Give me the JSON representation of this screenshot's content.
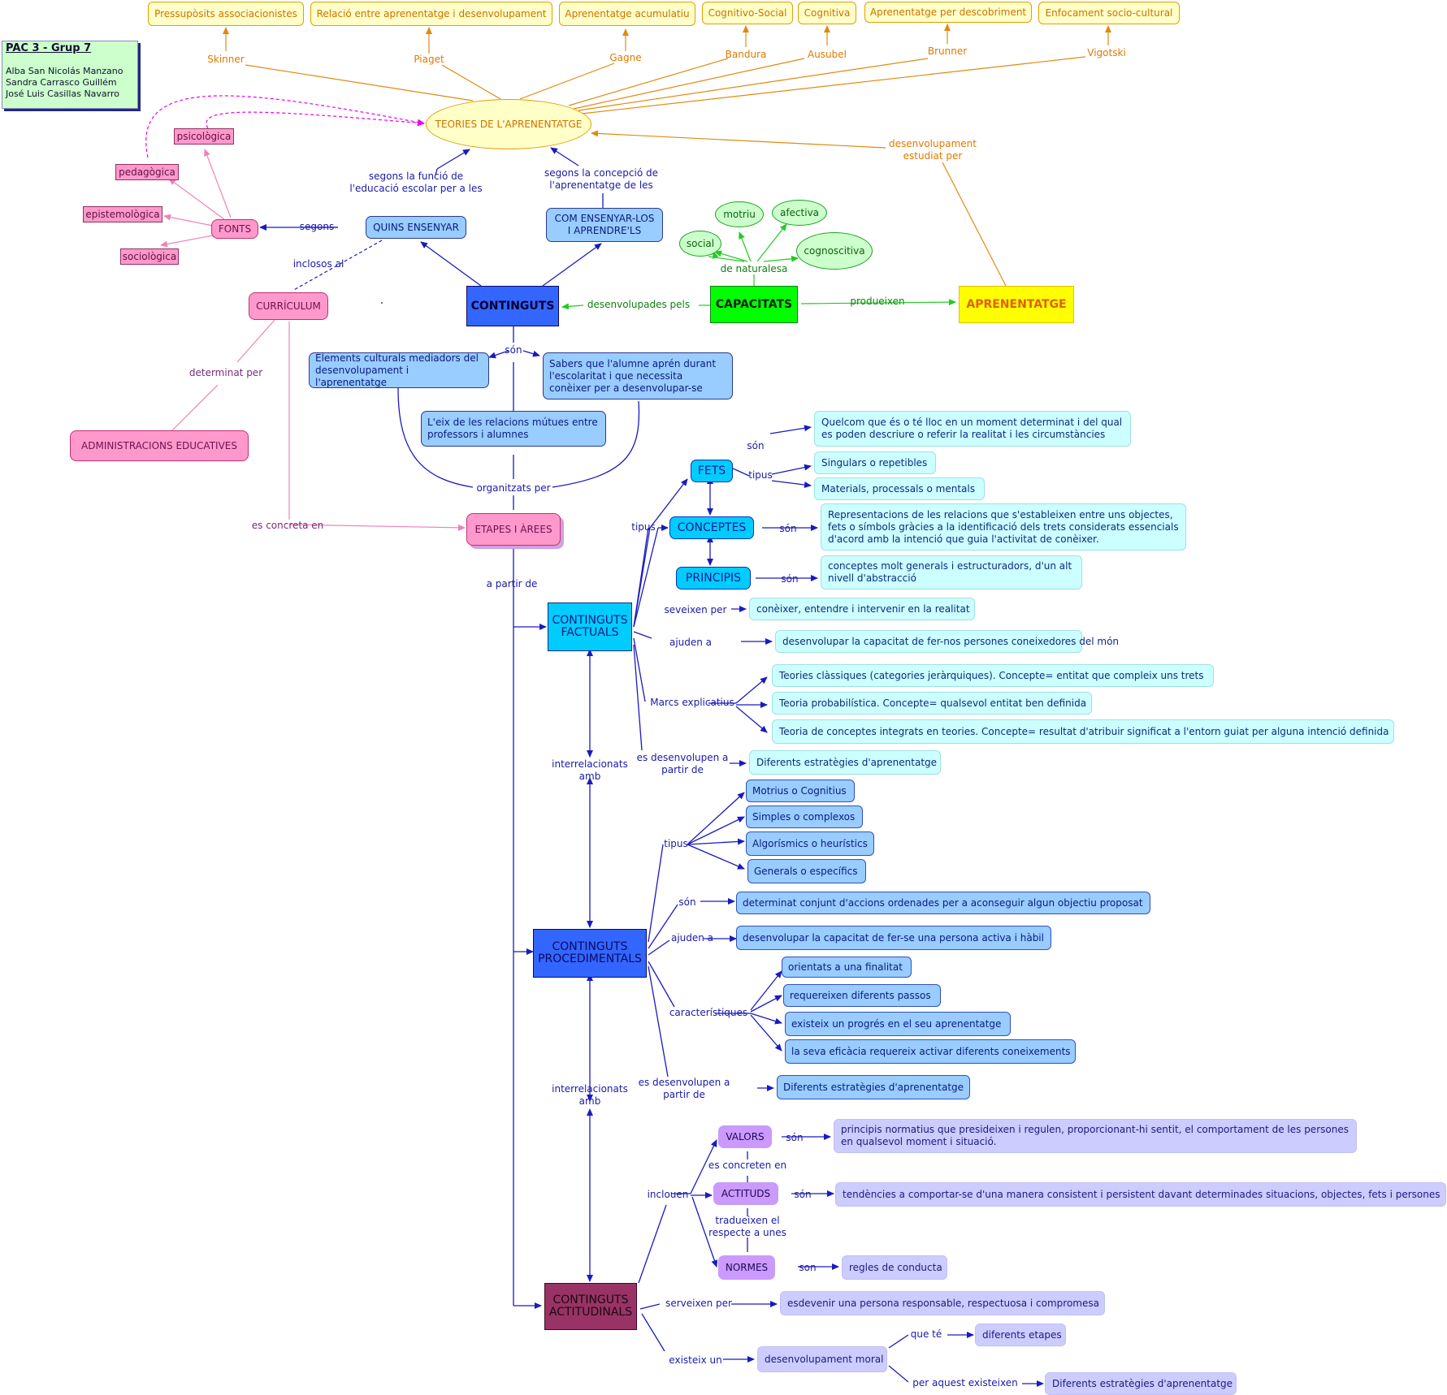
{
  "header_box": {
    "title": "PAC 3 - Grup 7",
    "authors": [
      "Alba San Nicolás Manzano",
      "Sandra Carrasco Guillém",
      "José Luis Casillas Navarro"
    ]
  },
  "theories": {
    "boxes": [
      "Pressupòsits associacionistes",
      "Relació entre aprenentatge i desenvolupament",
      "Aprenentatge acumulatiu",
      "Cognitivo-Social",
      "Cognitiva",
      "Aprenentatge per descobriment",
      "Enfocament socio-cultural"
    ],
    "authors": [
      "Skinner",
      "Piaget",
      "Gagne",
      "Bandura",
      "Ausubel",
      "Brunner",
      "Vigotski"
    ],
    "center": "TEORIES DE L'APRENENTATGE",
    "studied_by": "desenvolupament estudiat per"
  },
  "fonts": {
    "label": "FONTS",
    "types": [
      "psicològica",
      "pedagògica",
      "epistemològica",
      "sociològica"
    ],
    "segons": "segons"
  },
  "links": {
    "segons_funcio": "segons la funció de l'educació escolar per a les",
    "segons_concepcio": "segons la concepció de l'aprenentatge de les",
    "inclosos_al": "inclosos al",
    "determinat_per": "determinat per",
    "es_concreta_en": "es concreta en",
    "desenvolupades_pels": "desenvolupades pels",
    "produeixen": "produeixen",
    "de_naturalesa": "de naturalesa",
    "son": "són",
    "organitzats_per": "organitzats per",
    "a_partir_de": "a partir de",
    "interrelacionats_amb": "interrelacionats amb",
    "tipus": "tipus",
    "seveixen_per": "seveixen per",
    "ajuden_a": "ajuden a",
    "marcs_explicatius": "Marcs explicatius",
    "es_desenvolupen": "es desenvolupen a partir de",
    "caracteristiques": "característiques",
    "inclouen": "inclouen",
    "es_concreten_en": "es concreten en",
    "tradueixen": "tradueixen el respecte a unes",
    "son2": "son",
    "serveixen_per": "serveixen per",
    "existeix_un": "existeix un",
    "que_te": "que té",
    "per_aquest_existeixen": "per aquest existeixen"
  },
  "nodes": {
    "quins": "QUINS ENSENYAR",
    "com": "COM ENSENYAR-LOS I APRENDRE'LS",
    "curriculum": "CURRÍCULUM",
    "admin": "ADMINISTRACIONS EDUCATIVES",
    "continguts": "CONTINGUTS",
    "capacitats": "CAPACITATS",
    "aprenentatge": "APRENENTATGE",
    "capacitats_types": [
      "motriu",
      "afectiva",
      "social",
      "cognoscitiva"
    ],
    "elements": "Elements culturals mediadors del desenvolupament i l'aprenentatge",
    "sabers": "Sabers que l'alumne aprén durant l'escolaritat i que necessita conèixer per a desenvolupar-se",
    "eix": "L'eix de les relacions mútues entre professors i alumnes",
    "etapes": "ETAPES I ÀREES"
  },
  "factuals": {
    "title": "CONTINGUTS FACTUALS",
    "fets": "FETS",
    "conceptes": "CONCEPTES",
    "principis": "PRINCIPIS",
    "fets_def": "Quelcom que és o té lloc en un moment determinat i del qual es poden descriure o referir la realitat i les circumstàncies",
    "fets_types": [
      "Singulars o repetibles",
      "Materials, processals o mentals"
    ],
    "conceptes_def": "Representacions de les relacions que s'estableixen entre uns objectes, fets o símbols gràcies a la identificació dels trets considerats essencials d'acord amb la intenció que guia l'activitat de conèixer.",
    "principis_def": "conceptes molt generals i estructuradors, d'un alt nivell d'abstracció",
    "serveixen": "conèixer, entendre i intervenir en la realitat",
    "ajuden": "desenvolupar la capacitat de fer-nos persones coneixedores del món",
    "marcs": [
      "Teories clàssiques (categories jeràrquiques). Concepte= entitat que compleix uns trets",
      "Teoria probabilística. Concepte= qualsevol entitat ben definida",
      "Teoria de conceptes integrats en teories. Concepte= resultat d'atribuir significat a l'entorn guiat per alguna intenció definida"
    ],
    "estrategies": "Diferents estratègies d'aprenentatge"
  },
  "procedimentals": {
    "title": "CONTINGUTS PROCEDIMENTALS",
    "tipus": [
      "Motrius o Cognitius",
      "Simples o complexos",
      "Algorísmics o heurístics",
      "Generals o específics"
    ],
    "son": "determinat conjunt d'accions ordenades per a aconseguir algun objectiu proposat",
    "ajuden": "desenvolupar la capacitat de fer-se una persona activa i hàbil",
    "caracteristiques": [
      "orientats a una finalitat",
      "requereixen diferents passos",
      "existeix un progrés en el seu aprenentatge",
      "la seva eficàcia requereix activar diferents coneixements"
    ],
    "estrategies": "Diferents estratègies d'aprenentatge"
  },
  "actitudinals": {
    "title": "CONTINGUTS ACTITUDINALS",
    "valors": "VALORS",
    "actituds": "ACTITUDS",
    "normes": "NORMES",
    "valors_def": "principis normatius que presideixen i regulen, proporcionant-hi sentit, el comportament de les persones en qualsevol moment i situació.",
    "actituds_def": "tendències a comportar-se d'una manera consistent i persistent davant determinades situacions, objectes, fets i persones",
    "normes_def": "regles de conducta",
    "serveixen": "esdevenir una persona responsable, respectuosa i compromesa",
    "moral": "desenvolupament moral",
    "etapes": "diferents etapes",
    "estrategies": "Diferents estratègies d'aprenentatge"
  },
  "colors": {
    "orange": "#e08a10",
    "navy": "#1a1ac0",
    "pink": "#ff99cc",
    "green": "#20dd20",
    "continguts": "#3366ff",
    "capacitats": "#00ff00",
    "aprenentatge": "#ffff00",
    "actitudinals": "#993366"
  }
}
